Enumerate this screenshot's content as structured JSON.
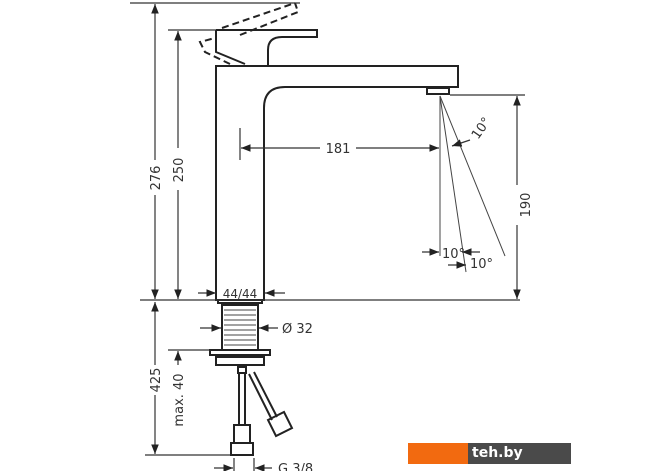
{
  "dimensions": {
    "total_height": "276",
    "spout_height": "250",
    "spout_reach": "181",
    "outlet_height": "190",
    "base_size": "44/44",
    "shank_diameter": "Ø 32",
    "hose_length": "425",
    "max_thickness": "max. 40",
    "connection": "G 3/8",
    "angle_top": "10°",
    "angle_left": "10°",
    "angle_right": "10°"
  },
  "watermark": {
    "text": "teh.by",
    "colors": {
      "orange": "#f26a10",
      "dark": "#4a4a4a"
    }
  }
}
